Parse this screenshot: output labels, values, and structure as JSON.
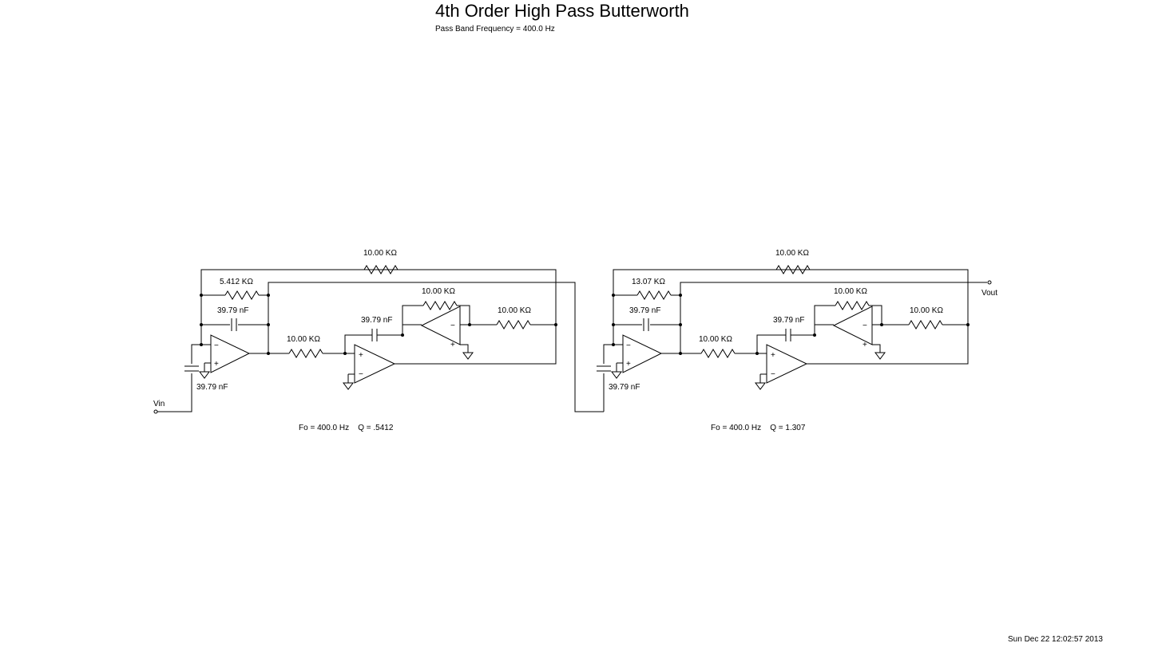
{
  "title": "4th Order High Pass Butterworth",
  "subtitle": "Pass Band Frequency = 400.0 Hz",
  "timestamp": "Sun Dec 22 12:02:57 2013",
  "input_label": "Vin",
  "output_label": "Vout",
  "stages": [
    {
      "r_outer_feedback": "10.00 KΩ",
      "r_input_feedback": "5.412 KΩ",
      "c_feedback": "39.79 nF",
      "c_input": "39.79 nF",
      "r_series": "10.00 KΩ",
      "c_integrator": "39.79 nF",
      "r_inverter_feedback": "10.00 KΩ",
      "r_inverter_out": "10.00 KΩ",
      "summary": "Fo = 400.0 Hz    Q = .5412"
    },
    {
      "r_outer_feedback": "10.00 KΩ",
      "r_input_feedback": "13.07 KΩ",
      "c_feedback": "39.79 nF",
      "c_input": "39.79 nF",
      "r_series": "10.00 KΩ",
      "c_integrator": "39.79 nF",
      "r_inverter_feedback": "10.00 KΩ",
      "r_inverter_out": "10.00 KΩ",
      "summary": "Fo = 400.0 Hz    Q = 1.307"
    }
  ]
}
